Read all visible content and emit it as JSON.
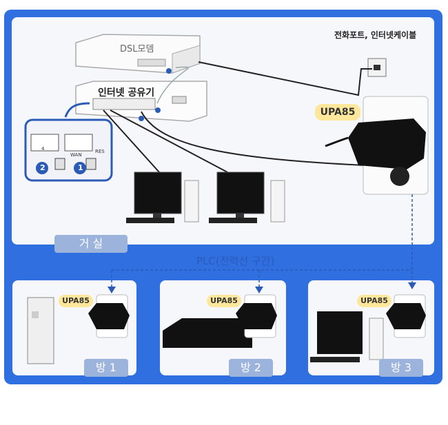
{
  "top_label": "전화포트, 인터넷케이블",
  "modem_label": "DSL모뎀",
  "router_label": "인터넷 공유기",
  "router_ports": [
    "4",
    "WAN",
    "RES"
  ],
  "badges": [
    "1",
    "2"
  ],
  "main_upa": "UPA85",
  "living_room": "거    실",
  "plc_label": "PLC(전력선 구간)",
  "rooms": [
    {
      "name": "방 1",
      "upa": "UPA85"
    },
    {
      "name": "방 2",
      "upa": "UPA85"
    },
    {
      "name": "방 3",
      "upa": "UPA85"
    }
  ],
  "colors": {
    "frame": "#2f6fe0",
    "room_tag": "#9cb3db",
    "upa_tag": "#fde79a",
    "badge": "#2a5bb7",
    "dash": "#2a5bb7"
  }
}
